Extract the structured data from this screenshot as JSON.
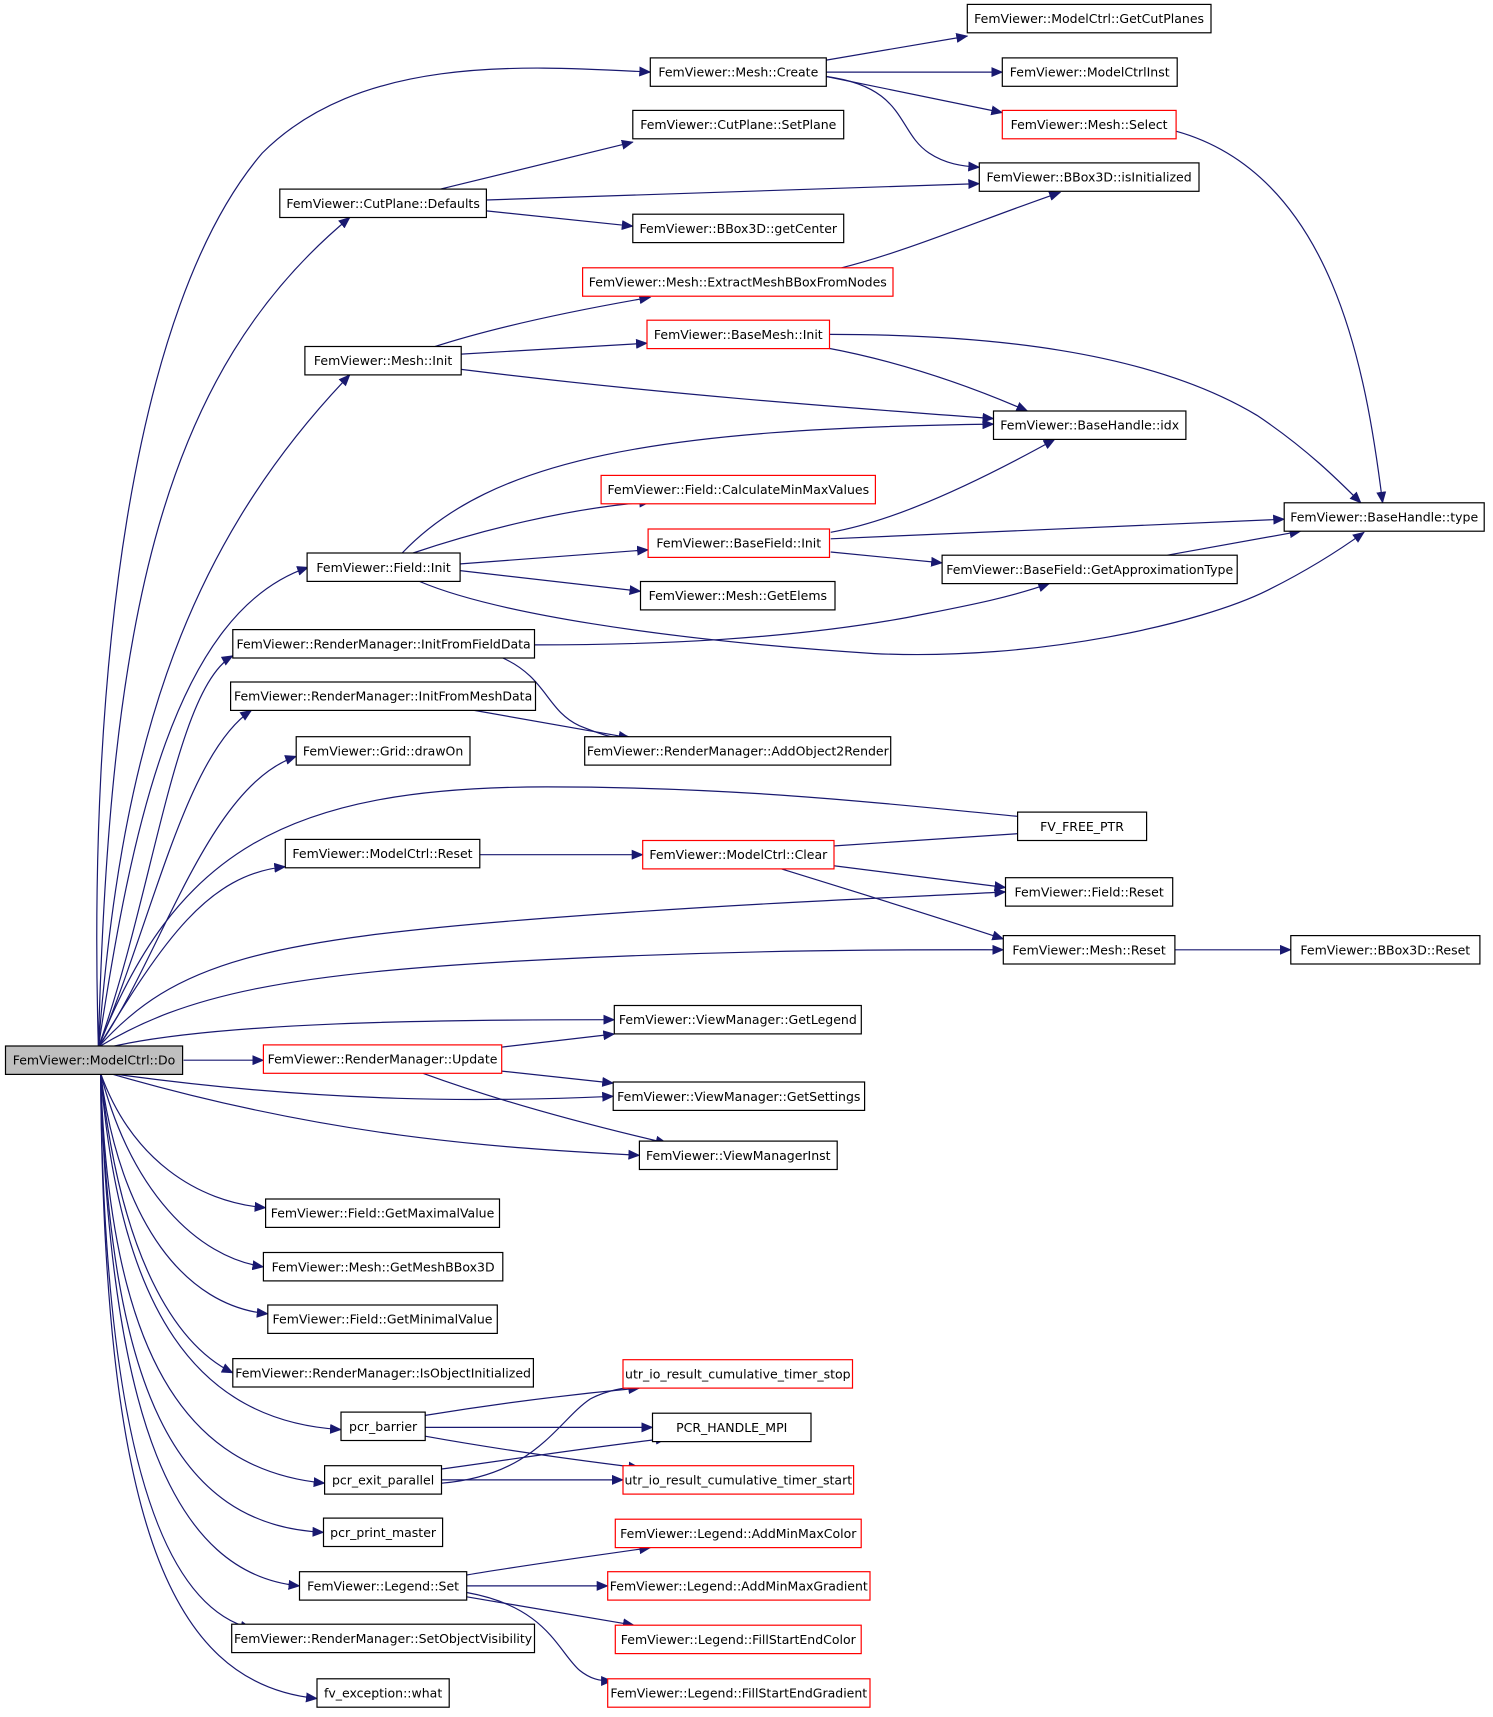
{
  "graph": {
    "title": "",
    "colors": {
      "edge": "#191970",
      "node_border_normal": "#000000",
      "node_border_truncated": "#ff0000",
      "root_fill": "#bfbfbf",
      "node_fill": "#ffffff"
    },
    "nodes": {
      "root": {
        "label": "FemViewer::ModelCtrl::Do",
        "kind": "root"
      },
      "getCutPlanes": {
        "label": "FemViewer::ModelCtrl::GetCutPlanes",
        "kind": "normal"
      },
      "meshCreate": {
        "label": "FemViewer::Mesh::Create",
        "kind": "normal"
      },
      "modelCtrlInst": {
        "label": "FemViewer::ModelCtrlInst",
        "kind": "normal"
      },
      "meshSelect": {
        "label": "FemViewer::Mesh::Select",
        "kind": "truncated"
      },
      "cutSetPlane": {
        "label": "FemViewer::CutPlane::SetPlane",
        "kind": "normal"
      },
      "bboxIsInit": {
        "label": "FemViewer::BBox3D::isInitialized",
        "kind": "normal"
      },
      "cutDefaults": {
        "label": "FemViewer::CutPlane::Defaults",
        "kind": "normal"
      },
      "bboxGetCenter": {
        "label": "FemViewer::BBox3D::getCenter",
        "kind": "normal"
      },
      "extractBBox": {
        "label": "FemViewer::Mesh::ExtractMeshBBoxFromNodes",
        "kind": "truncated"
      },
      "baseMeshInit": {
        "label": "FemViewer::BaseMesh::Init",
        "kind": "truncated"
      },
      "meshInit": {
        "label": "FemViewer::Mesh::Init",
        "kind": "normal"
      },
      "baseHandleIdx": {
        "label": "FemViewer::BaseHandle::idx",
        "kind": "normal"
      },
      "fieldCalcMinMax": {
        "label": "FemViewer::Field::CalculateMinMaxValues",
        "kind": "truncated"
      },
      "baseHandleType": {
        "label": "FemViewer::BaseHandle::type",
        "kind": "normal"
      },
      "baseFieldInit": {
        "label": "FemViewer::BaseField::Init",
        "kind": "truncated"
      },
      "fieldInit": {
        "label": "FemViewer::Field::Init",
        "kind": "normal"
      },
      "getApproxType": {
        "label": "FemViewer::BaseField::GetApproximationType",
        "kind": "normal"
      },
      "meshGetElems": {
        "label": "FemViewer::Mesh::GetElems",
        "kind": "normal"
      },
      "rmInitFromField": {
        "label": "FemViewer::RenderManager::InitFromFieldData",
        "kind": "normal"
      },
      "rmInitFromMesh": {
        "label": "FemViewer::RenderManager::InitFromMeshData",
        "kind": "normal"
      },
      "rmAddObject": {
        "label": "FemViewer::RenderManager::AddObject2Render",
        "kind": "normal"
      },
      "gridDrawOn": {
        "label": "FemViewer::Grid::drawOn",
        "kind": "normal"
      },
      "fvFreePtr": {
        "label": "FV_FREE_PTR",
        "kind": "normal"
      },
      "modelCtrlReset": {
        "label": "FemViewer::ModelCtrl::Reset",
        "kind": "normal"
      },
      "modelCtrlClear": {
        "label": "FemViewer::ModelCtrl::Clear",
        "kind": "truncated"
      },
      "fieldReset": {
        "label": "FemViewer::Field::Reset",
        "kind": "normal"
      },
      "meshReset": {
        "label": "FemViewer::Mesh::Reset",
        "kind": "normal"
      },
      "bboxReset": {
        "label": "FemViewer::BBox3D::Reset",
        "kind": "normal"
      },
      "vmGetLegend": {
        "label": "FemViewer::ViewManager::GetLegend",
        "kind": "normal"
      },
      "rmUpdate": {
        "label": "FemViewer::RenderManager::Update",
        "kind": "truncated"
      },
      "vmGetSettings": {
        "label": "FemViewer::ViewManager::GetSettings",
        "kind": "normal"
      },
      "vmInst": {
        "label": "FemViewer::ViewManagerInst",
        "kind": "normal"
      },
      "fieldGetMax": {
        "label": "FemViewer::Field::GetMaximalValue",
        "kind": "normal"
      },
      "meshGetBBox": {
        "label": "FemViewer::Mesh::GetMeshBBox3D",
        "kind": "normal"
      },
      "fieldGetMin": {
        "label": "FemViewer::Field::GetMinimalValue",
        "kind": "normal"
      },
      "rmIsObjInit": {
        "label": "FemViewer::RenderManager::IsObjectInitialized",
        "kind": "normal"
      },
      "utrStop": {
        "label": "utr_io_result_cumulative_timer_stop",
        "kind": "truncated"
      },
      "pcrBarrier": {
        "label": "pcr_barrier",
        "kind": "normal"
      },
      "pcrHandleMpi": {
        "label": "PCR_HANDLE_MPI",
        "kind": "normal"
      },
      "pcrExitParallel": {
        "label": "pcr_exit_parallel",
        "kind": "normal"
      },
      "utrStart": {
        "label": "utr_io_result_cumulative_timer_start",
        "kind": "truncated"
      },
      "pcrPrintMaster": {
        "label": "pcr_print_master",
        "kind": "normal"
      },
      "legendAddMinMaxColor": {
        "label": "FemViewer::Legend::AddMinMaxColor",
        "kind": "truncated"
      },
      "legendSet": {
        "label": "FemViewer::Legend::Set",
        "kind": "normal"
      },
      "legendAddMinMaxGrad": {
        "label": "FemViewer::Legend::AddMinMaxGradient",
        "kind": "truncated"
      },
      "rmSetObjVis": {
        "label": "FemViewer::RenderManager::SetObjectVisibility",
        "kind": "normal"
      },
      "legendFillColor": {
        "label": "FemViewer::Legend::FillStartEndColor",
        "kind": "truncated"
      },
      "fvExcWhat": {
        "label": "fv_exception::what",
        "kind": "normal"
      },
      "legendFillGrad": {
        "label": "FemViewer::Legend::FillStartEndGradient",
        "kind": "truncated"
      }
    },
    "edges": [
      [
        "root",
        "meshCreate"
      ],
      [
        "root",
        "cutDefaults"
      ],
      [
        "root",
        "meshInit"
      ],
      [
        "root",
        "fieldInit"
      ],
      [
        "root",
        "rmInitFromField"
      ],
      [
        "root",
        "rmInitFromMesh"
      ],
      [
        "root",
        "gridDrawOn"
      ],
      [
        "root",
        "fvFreePtr"
      ],
      [
        "root",
        "modelCtrlReset"
      ],
      [
        "root",
        "fieldReset"
      ],
      [
        "root",
        "meshReset"
      ],
      [
        "root",
        "vmGetLegend"
      ],
      [
        "root",
        "rmUpdate"
      ],
      [
        "root",
        "vmGetSettings"
      ],
      [
        "root",
        "vmInst"
      ],
      [
        "root",
        "fieldGetMax"
      ],
      [
        "root",
        "meshGetBBox"
      ],
      [
        "root",
        "fieldGetMin"
      ],
      [
        "root",
        "rmIsObjInit"
      ],
      [
        "root",
        "pcrBarrier"
      ],
      [
        "root",
        "pcrExitParallel"
      ],
      [
        "root",
        "pcrPrintMaster"
      ],
      [
        "root",
        "legendSet"
      ],
      [
        "root",
        "rmSetObjVis"
      ],
      [
        "root",
        "fvExcWhat"
      ],
      [
        "meshCreate",
        "getCutPlanes"
      ],
      [
        "meshCreate",
        "modelCtrlInst"
      ],
      [
        "meshCreate",
        "meshSelect"
      ],
      [
        "meshCreate",
        "bboxIsInit"
      ],
      [
        "meshSelect",
        "baseHandleType"
      ],
      [
        "cutDefaults",
        "cutSetPlane"
      ],
      [
        "cutDefaults",
        "bboxIsInit"
      ],
      [
        "cutDefaults",
        "bboxGetCenter"
      ],
      [
        "extractBBox",
        "bboxIsInit"
      ],
      [
        "meshInit",
        "extractBBox"
      ],
      [
        "meshInit",
        "baseMeshInit"
      ],
      [
        "meshInit",
        "baseHandleIdx"
      ],
      [
        "baseMeshInit",
        "baseHandleIdx"
      ],
      [
        "baseMeshInit",
        "baseHandleType"
      ],
      [
        "fieldInit",
        "baseHandleIdx"
      ],
      [
        "fieldInit",
        "fieldCalcMinMax"
      ],
      [
        "fieldInit",
        "baseFieldInit"
      ],
      [
        "fieldInit",
        "meshGetElems"
      ],
      [
        "fieldInit",
        "baseHandleType"
      ],
      [
        "baseFieldInit",
        "baseHandleIdx"
      ],
      [
        "baseFieldInit",
        "baseHandleType"
      ],
      [
        "baseFieldInit",
        "getApproxType"
      ],
      [
        "getApproxType",
        "baseHandleType"
      ],
      [
        "rmInitFromField",
        "getApproxType"
      ],
      [
        "rmInitFromField",
        "rmAddObject"
      ],
      [
        "rmInitFromMesh",
        "rmAddObject"
      ],
      [
        "modelCtrlReset",
        "modelCtrlClear"
      ],
      [
        "modelCtrlClear",
        "fvFreePtr"
      ],
      [
        "modelCtrlClear",
        "fieldReset"
      ],
      [
        "modelCtrlClear",
        "meshReset"
      ],
      [
        "meshReset",
        "bboxReset"
      ],
      [
        "rmUpdate",
        "vmGetLegend"
      ],
      [
        "rmUpdate",
        "vmGetSettings"
      ],
      [
        "rmUpdate",
        "vmInst"
      ],
      [
        "pcrBarrier",
        "utrStop"
      ],
      [
        "pcrBarrier",
        "pcrHandleMpi"
      ],
      [
        "pcrBarrier",
        "utrStart"
      ],
      [
        "pcrExitParallel",
        "utrStop"
      ],
      [
        "pcrExitParallel",
        "pcrHandleMpi"
      ],
      [
        "pcrExitParallel",
        "utrStart"
      ],
      [
        "legendSet",
        "legendAddMinMaxColor"
      ],
      [
        "legendSet",
        "legendAddMinMaxGrad"
      ],
      [
        "legendSet",
        "legendFillColor"
      ],
      [
        "legendSet",
        "legendFillGrad"
      ]
    ]
  }
}
